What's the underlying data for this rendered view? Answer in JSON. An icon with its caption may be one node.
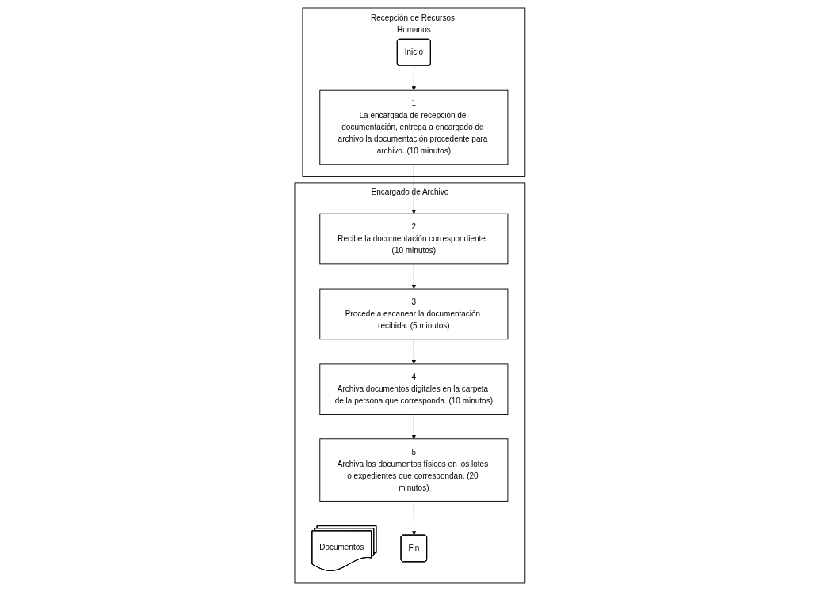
{
  "diagram": {
    "nodes": [
      {
        "text": [
          "Recepción de Recursos Humanos"
        ]
      },
      {
        "text": [
          "Encargado de Archivo"
        ]
      },
      {
        "text": [
          "Inicio"
        ],
        "in": 0
      },
      {
        "text": [
          "1",
          "La encargada de recepción de documentación, entrega a encargado de archivo la documentación procedente para archivo. (10 minutos)"
        ],
        "in": 0
      },
      {
        "text": [
          "Documentos"
        ],
        "in": 1
      },
      {
        "text": [
          "2",
          "Recibe la documentación correspondiente. (10 minutos)"
        ],
        "in": 1
      },
      {
        "text": [
          "3",
          "Procede a escanear la documentación recibida. (5 minutos)"
        ],
        "in": 1
      },
      {
        "text": [
          "4",
          "Archiva documentos digitales en la carpeta de la persona que corresponda. (10 minutos)"
        ],
        "in": 1
      },
      {
        "text": [
          "5",
          "Archiva los documentos físicos en los lotes o expedientes que correspondan. (20 minutos)"
        ],
        "in": 1
      },
      {
        "text": [
          "Fin"
        ],
        "in": 1
      }
    ],
    "edges": [
      {
        "from": 2,
        "to": 3,
        "arrow": "to"
      },
      {
        "from": 3,
        "to": 5,
        "arrow": "to"
      },
      {
        "from": 5,
        "to": 6,
        "arrow": "to"
      },
      {
        "from": 6,
        "to": 7,
        "arrow": "to"
      },
      {
        "from": 7,
        "to": 8,
        "arrow": "to"
      },
      {
        "from": 8,
        "to": 9,
        "arrow": "to"
      }
    ]
  }
}
